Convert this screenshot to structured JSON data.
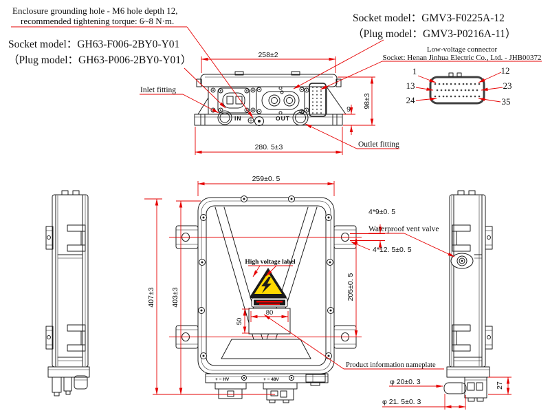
{
  "notes": {
    "grounding1": "Enclosure grounding hole - M6 hole depth 12,",
    "grounding2": "recommended tightening torque: 6~8 N·m.",
    "hv_socket1": "Socket model：GH63-F006-2BY0-Y01",
    "hv_socket2": "（Plug model：GH63-P006-2BY0-Y01）",
    "lv48_socket1": "Socket model：GMV3-F0225A-12",
    "lv48_socket2": "（Plug model：GMV3-P0216A-11）",
    "lv_conn1": "Low-voltage connector",
    "lv_conn2": "Socket: Henan Jinhua Electric Co., Ltd. - JHB00372",
    "inlet": "Inlet fitting",
    "outlet": "Outlet fitting",
    "vent": "Waterproof vent valve",
    "hv_label": "High voltage label",
    "nameplate": "Product information nameplate"
  },
  "dims": {
    "top_width": "258±2",
    "top_height": "98±3",
    "flange_h": "9",
    "base_width": "280. 5±3",
    "front_width": "259±0. 5",
    "overall_h": "407±3",
    "body_h": "403±3",
    "hole": "4*9±0. 5",
    "slot": "4*12. 5±0. 5",
    "bracket_span": "205±0. 5",
    "plate_w": "80",
    "plate_h": "50",
    "pipe_d1": "φ 20±0. 3",
    "pipe_d2": "φ 21. 5±0. 3",
    "conn_h": "27"
  },
  "pins": {
    "p1": "1",
    "p12": "12",
    "p13": "13",
    "p23": "23",
    "p24": "24",
    "p35": "35"
  },
  "ports": {
    "in": "IN",
    "out": "OUT",
    "hv": "+ − HV",
    "lv48": "+ − 48V"
  },
  "colors": {
    "line": "#1c1c1c",
    "dimension": "#e60000",
    "warning_yellow": "#ffd800"
  }
}
